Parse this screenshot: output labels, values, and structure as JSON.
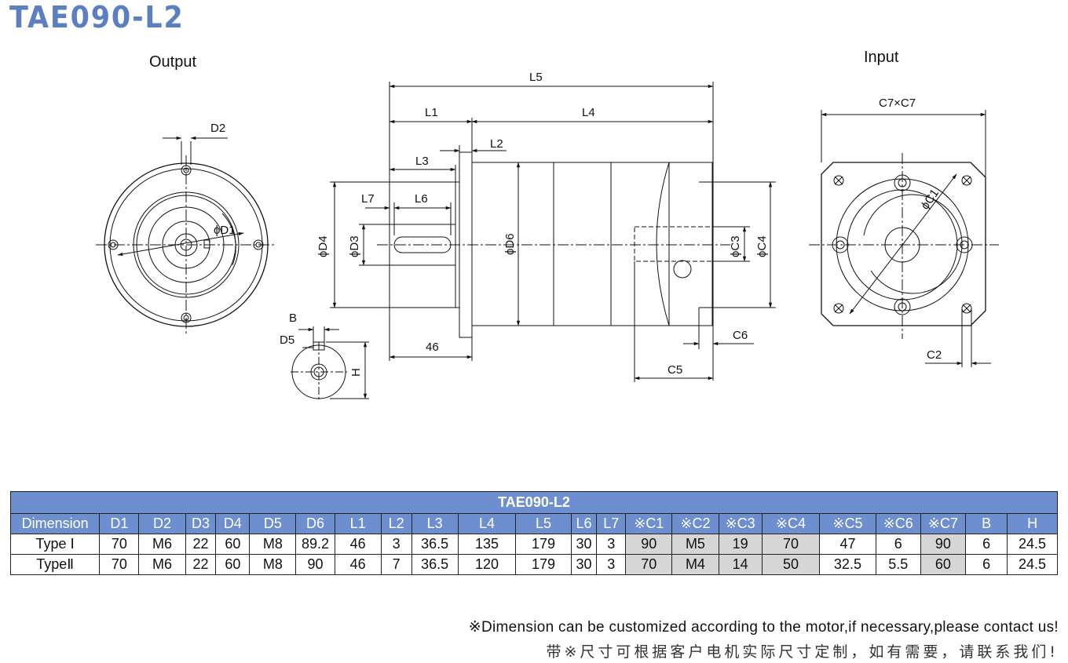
{
  "title": "TAE090-L2",
  "views": {
    "output_label": "Output",
    "input_label": "Input"
  },
  "dims": {
    "L5": "L5",
    "L1": "L1",
    "L4": "L4",
    "L2": "L2",
    "L3": "L3",
    "L7": "L7",
    "L6": "L6",
    "D2": "D2",
    "D1": "ϕD1",
    "D4": "ϕD4",
    "D3": "ϕD3",
    "D6": "ϕD6",
    "C3": "ϕC3",
    "C4": "ϕC4",
    "C6": "C6",
    "C5": "C5",
    "C7": "C7×C7",
    "C1": "ϕC1",
    "C2": "C2",
    "B": "B",
    "D5": "D5",
    "H": "H",
    "len46": "46"
  },
  "table": {
    "title": "TAE090-L2",
    "headers": [
      "Dimension",
      "D1",
      "D2",
      "D3",
      "D4",
      "D5",
      "D6",
      "L1",
      "L2",
      "L3",
      "L4",
      "L5",
      "L6",
      "L7",
      "※C1",
      "※C2",
      "※C3",
      "※C4",
      "※C5",
      "※C6",
      "※C7",
      "B",
      "H"
    ],
    "rows": [
      [
        "Type Ⅰ",
        "70",
        "M6",
        "22",
        "60",
        "M8",
        "89.2",
        "46",
        "3",
        "36.5",
        "135",
        "179",
        "30",
        "3",
        "90",
        "M5",
        "19",
        "70",
        "47",
        "6",
        "90",
        "6",
        "24.5"
      ],
      [
        "TypeⅡ",
        "70",
        "M6",
        "22",
        "60",
        "M8",
        "90",
        "46",
        "7",
        "36.5",
        "120",
        "179",
        "30",
        "3",
        "70",
        "M4",
        "14",
        "50",
        "32.5",
        "5.5",
        "60",
        "6",
        "24.5"
      ]
    ]
  },
  "notes": {
    "en": "※Dimension can be customized according to the motor,if necessary,please contact us!",
    "cn": "带※尺寸可根据客户电机实际尺寸定制，如有需要，请联系我们!"
  },
  "colors": {
    "accent": "#6e8fcf",
    "title": "#5b7fc0",
    "gray_cell": "#d6d6d6"
  }
}
